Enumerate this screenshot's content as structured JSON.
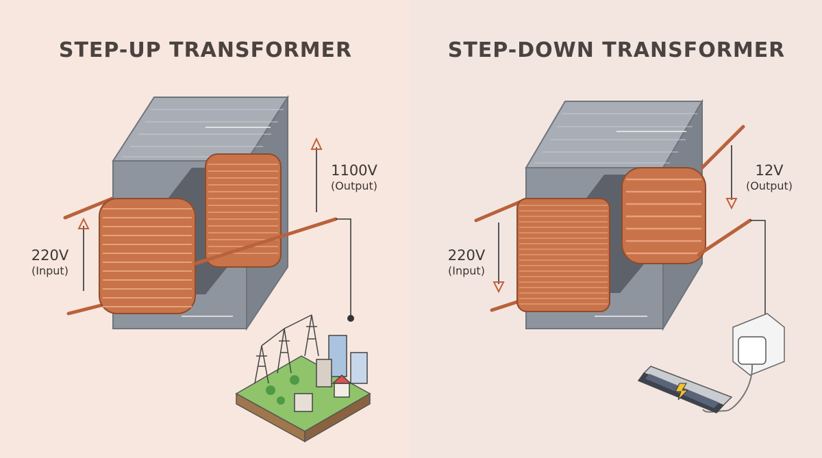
{
  "step_up": {
    "title": "STEP-UP TRANSFORMER",
    "input_voltage": "220V",
    "input_caption": "(Input)",
    "output_voltage": "1100V",
    "output_caption": "(Output)",
    "load_icon": "city-grid-icon"
  },
  "step_down": {
    "title": "STEP-DOWN TRANSFORMER",
    "input_voltage": "220V",
    "input_caption": "(Input)",
    "output_voltage": "12V",
    "output_caption": "(Output)",
    "load_icon": "phone-charger-icon"
  },
  "colors": {
    "copper": "#c8734a",
    "core": "#8a9099",
    "core_top": "#a9aeb6",
    "text": "#4a4340"
  }
}
